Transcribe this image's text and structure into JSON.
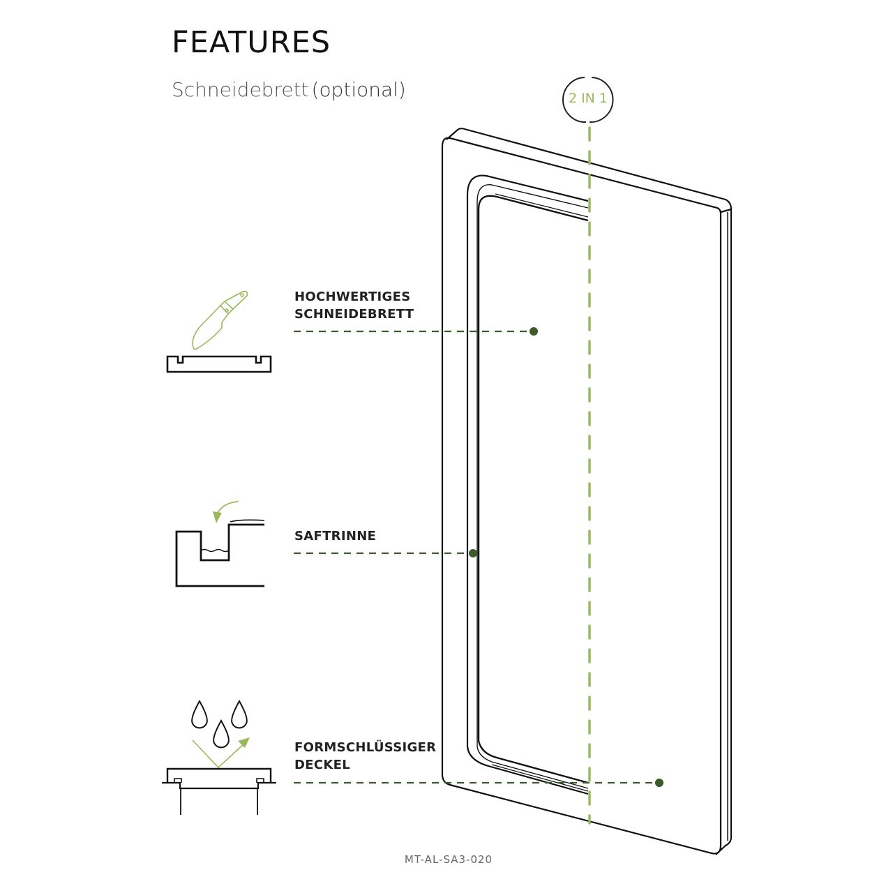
{
  "header": {
    "title": "FEATURES",
    "subtitle": "Schneidebrett",
    "subtitle_suffix": "(optional)"
  },
  "badge": {
    "label": "2 IN 1"
  },
  "features": [
    {
      "line1": "HOCHWERTIGES",
      "line2": "SCHNEIDEBRETT",
      "icon": "knife-cutting-board-icon"
    },
    {
      "line1": "SAFTRINNE",
      "line2": "",
      "icon": "juice-groove-icon"
    },
    {
      "line1": "FORMSCHLÜSSIGER",
      "line2": "DECKEL",
      "icon": "water-drops-lid-icon"
    }
  ],
  "footer": {
    "code": "MT-AL-SA3-020"
  },
  "colors": {
    "dark_green": "#3d5a2a",
    "light_green": "#9cb85f",
    "line": "#111111"
  }
}
